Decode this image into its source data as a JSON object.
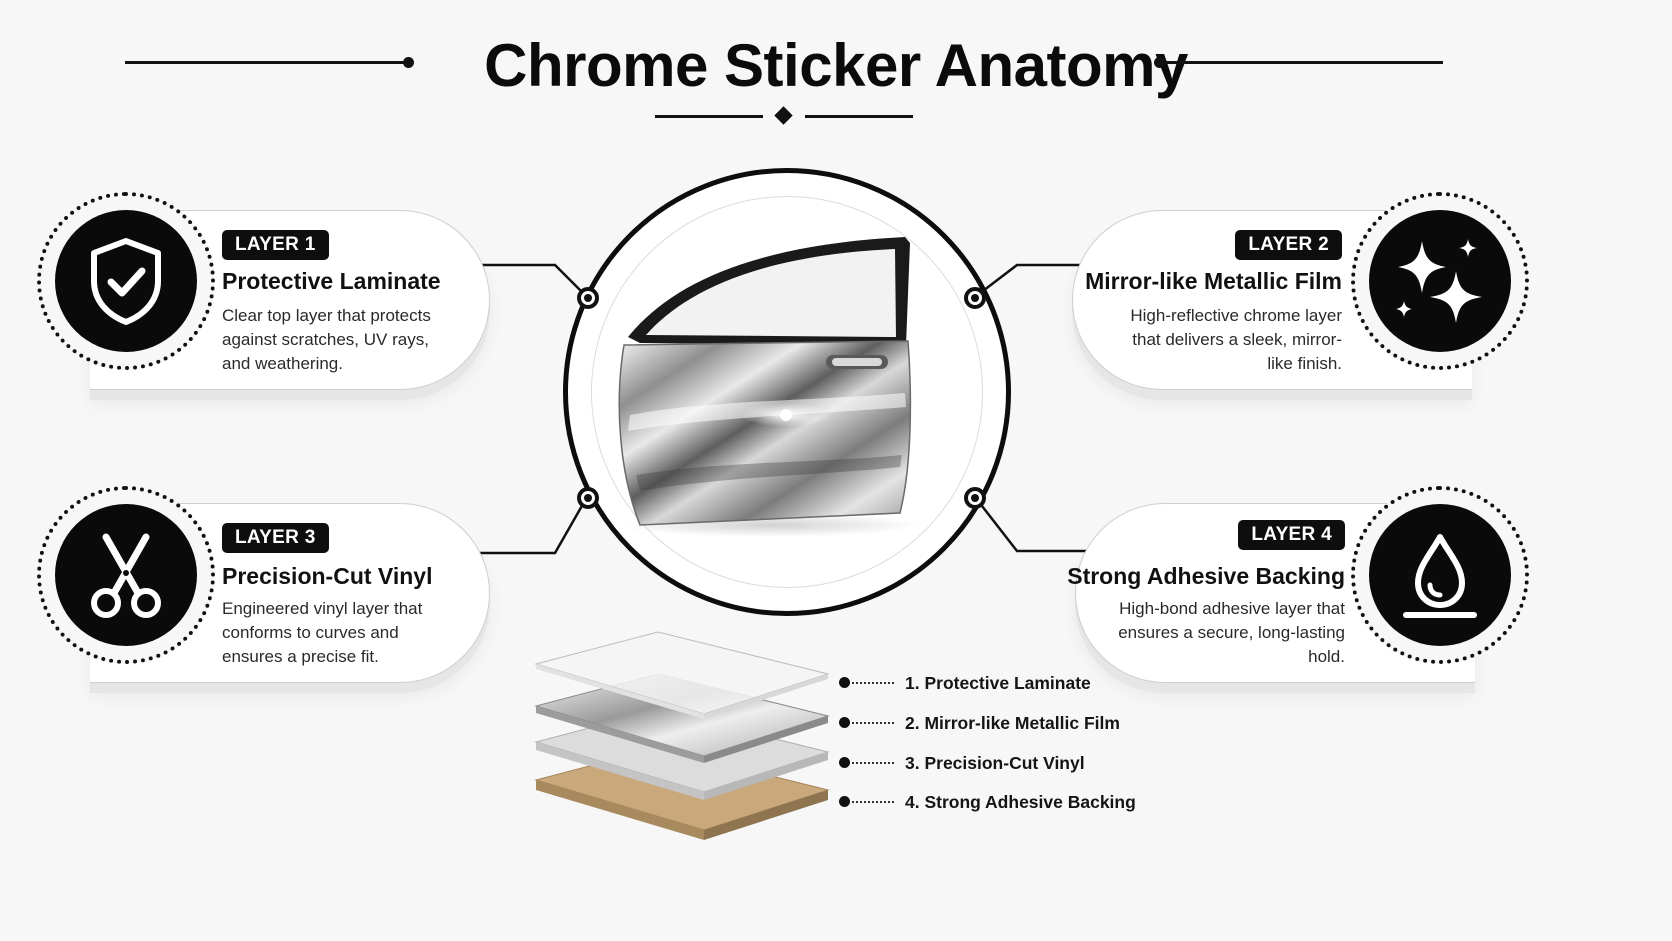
{
  "title": "Chrome Sticker Anatomy",
  "layers": [
    {
      "badge": "LAYER 1",
      "title": "Protective Laminate",
      "description": "Clear top layer that protects against scratches, UV rays, and weathering.",
      "icon": "shield-check-icon"
    },
    {
      "badge": "LAYER 2",
      "title": "Mirror-like Metallic Film",
      "description": "High-reflective chrome layer that delivers a sleek, mirror-like finish.",
      "icon": "sparkles-icon"
    },
    {
      "badge": "LAYER 3",
      "title": "Precision-Cut Vinyl",
      "description": "Engineered vinyl layer that conforms to curves and ensures a precise fit.",
      "icon": "scissors-icon"
    },
    {
      "badge": "LAYER 4",
      "title": "Strong Adhesive Backing",
      "description": "High-bond adhesive layer that ensures a secure, long-lasting hold.",
      "icon": "water-drop-icon"
    }
  ],
  "stack_legend": [
    "1. Protective Laminate",
    "2. Mirror-like Metallic Film",
    "3. Precision-Cut Vinyl",
    "4. Strong Adhesive Backing"
  ],
  "colors": {
    "ink": "#111111",
    "background": "#f7f7f7",
    "adhesive": "#c9a97c",
    "chrome": "#b9b9b9"
  }
}
